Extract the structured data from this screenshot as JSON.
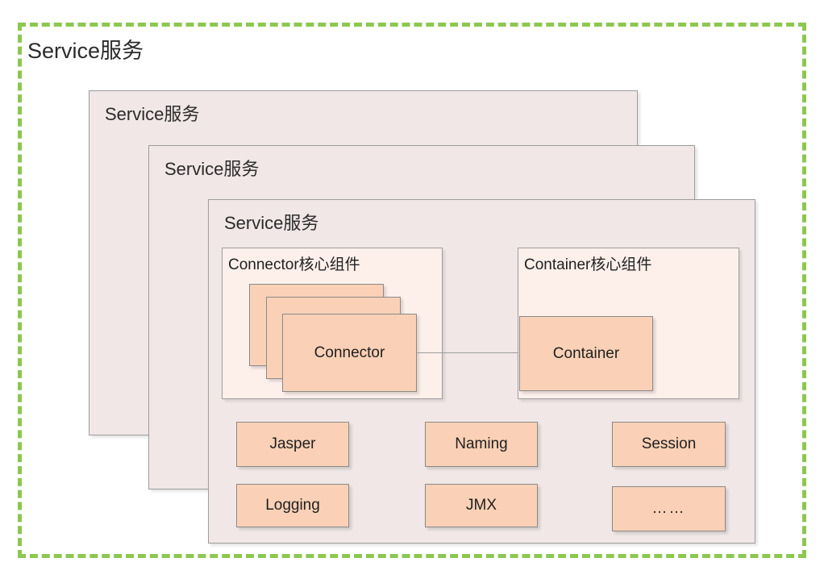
{
  "diagram": {
    "title": "Service服务",
    "accent_green": "#8CC750",
    "layer_fill": "#F0E7E6",
    "panel_fill": "#FDF0EB",
    "component_fill": "#FAD1B6",
    "border_color": "#9d9d9d"
  },
  "layers": [
    {
      "label": "Service服务"
    },
    {
      "label": "Service服务"
    },
    {
      "label": "Service服务"
    }
  ],
  "panels": {
    "connector": {
      "label": "Connector核心组件",
      "stack": [
        {
          "label": ""
        },
        {
          "label": ""
        },
        {
          "label": "Connector"
        }
      ]
    },
    "container": {
      "label": "Container核心组件",
      "box": {
        "label": "Container"
      }
    }
  },
  "services": [
    {
      "label": "Jasper"
    },
    {
      "label": "Naming"
    },
    {
      "label": "Session"
    },
    {
      "label": "Logging"
    },
    {
      "label": "JMX"
    },
    {
      "label": "……"
    }
  ]
}
